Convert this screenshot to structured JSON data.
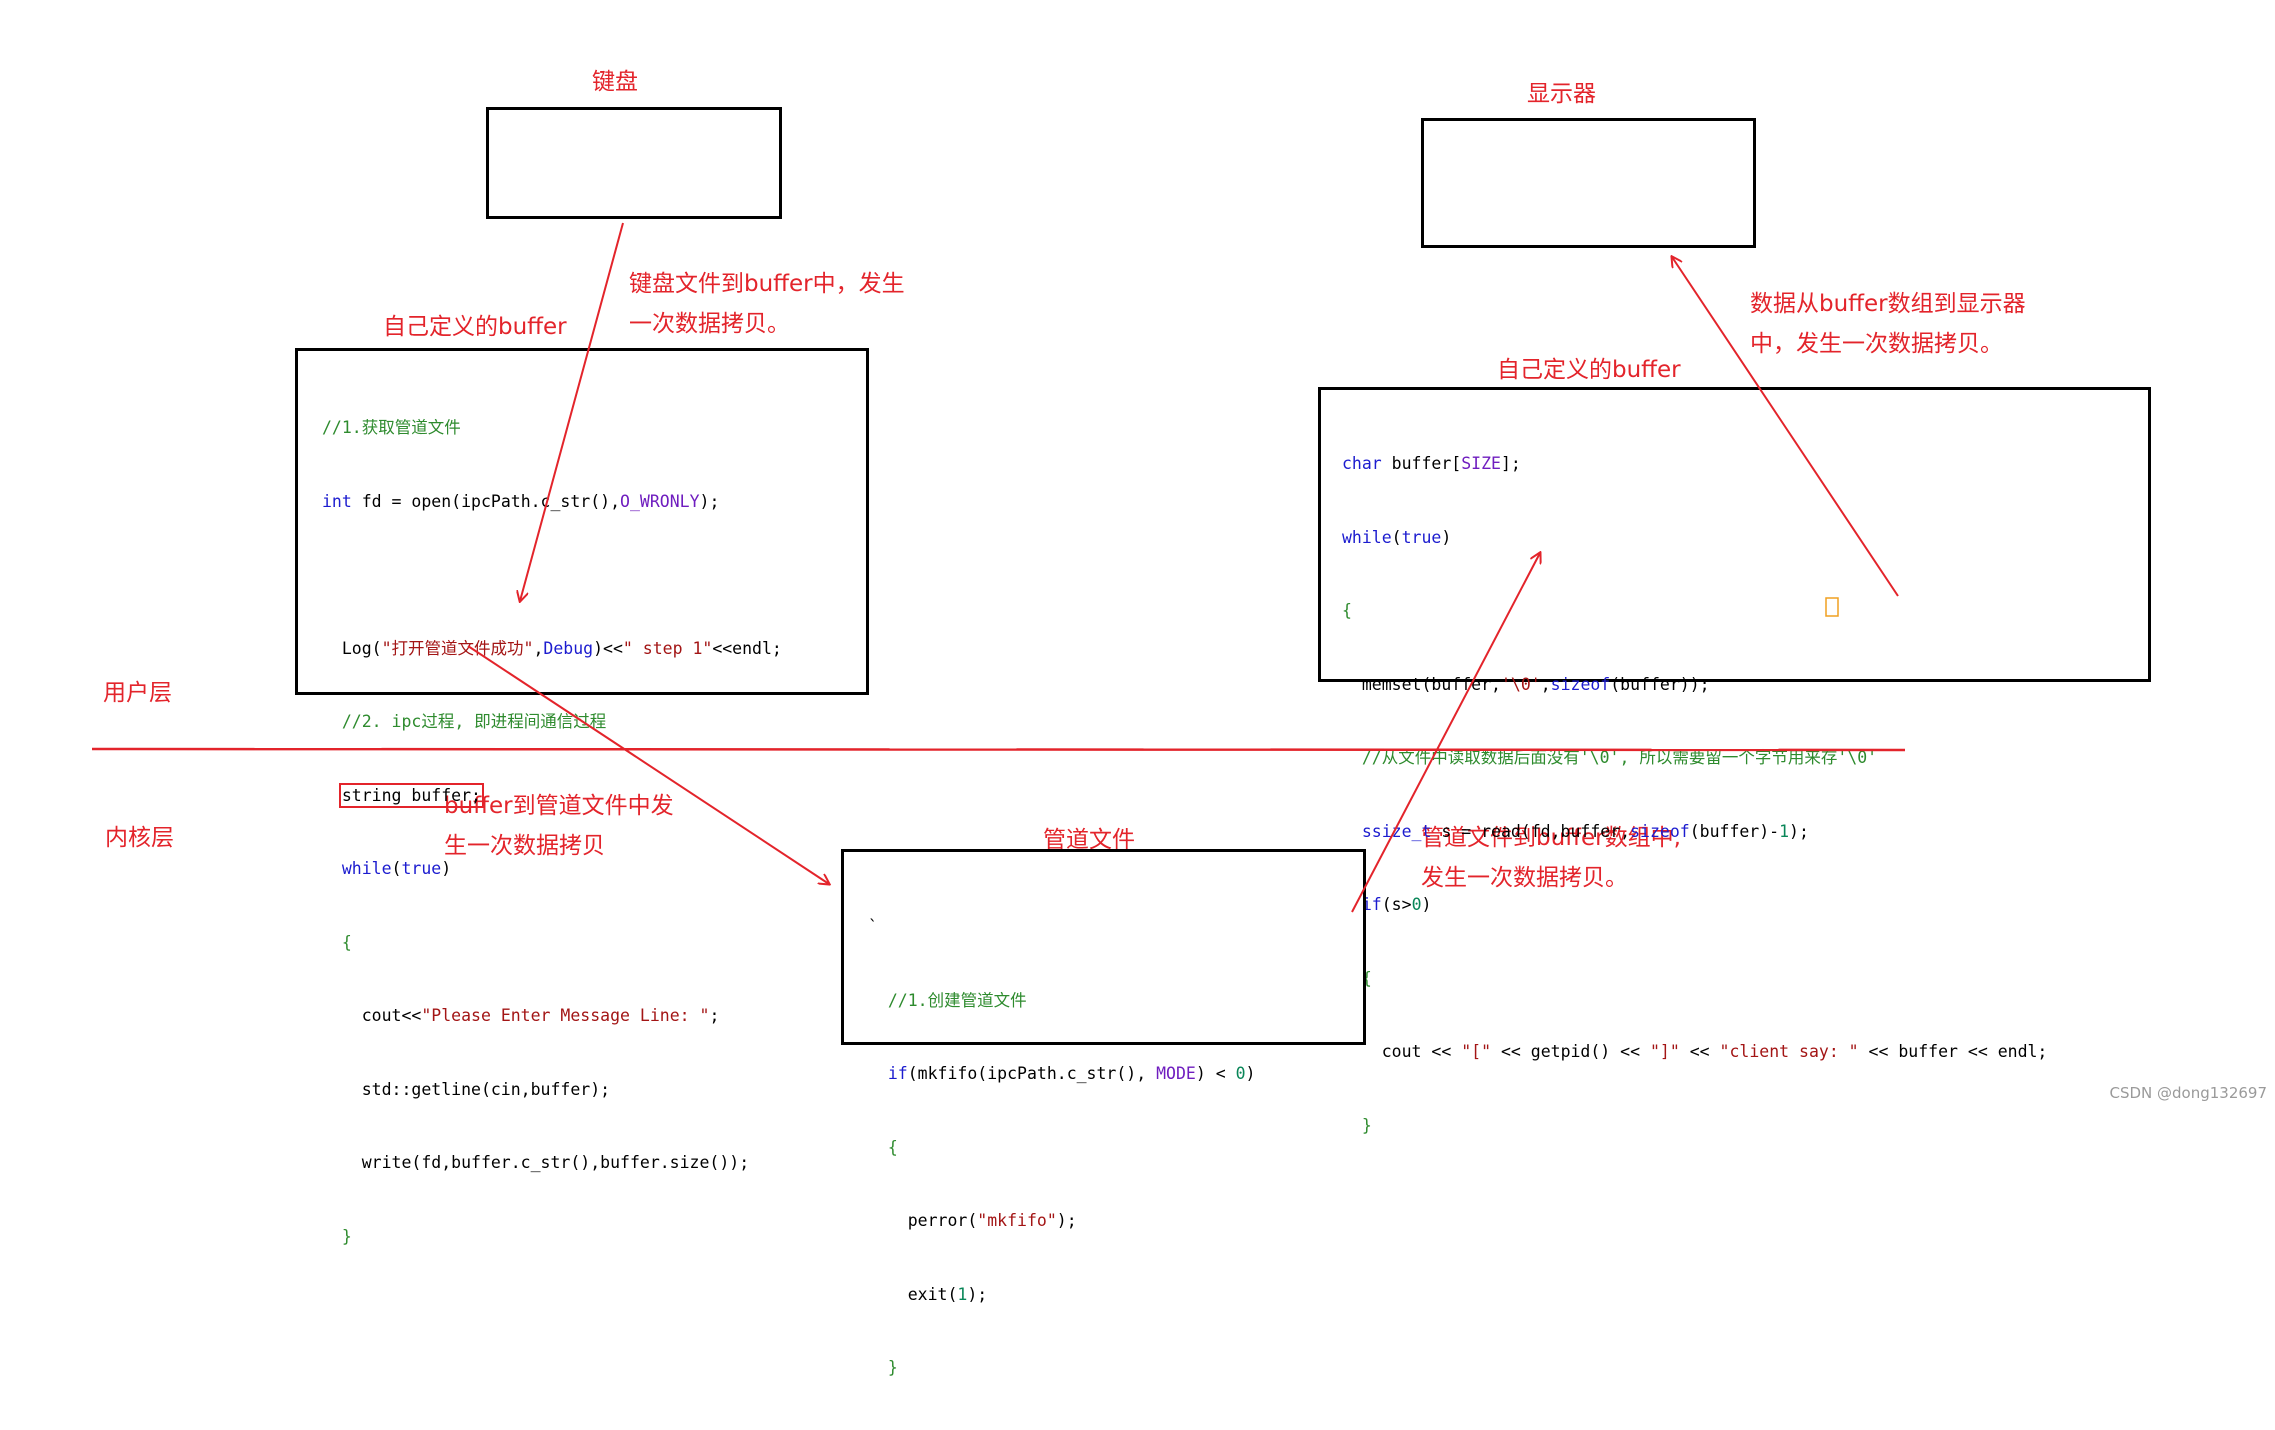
{
  "labels": {
    "keyboard": "键盘",
    "display": "显示器",
    "user_buffer_left": "自己定义的buffer",
    "user_buffer_right": "自己定义的buffer",
    "pipe_file": "管道文件",
    "user_layer": "用户层",
    "kernel_layer": "内核层"
  },
  "annotations": {
    "kbd_to_buffer_1": "键盘文件到buffer中，发生",
    "kbd_to_buffer_2": "一次数据拷贝。",
    "buffer_to_display_1": "数据从buffer数组到显示器",
    "buffer_to_display_2": "中，发生一次数据拷贝。",
    "buffer_to_pipe_1": "buffer到管道文件中发",
    "buffer_to_pipe_2": "生一次数据拷贝",
    "pipe_to_buffer_1": "管道文件到buffer数组中,",
    "pipe_to_buffer_2": "发生一次数据拷贝。"
  },
  "code_left": {
    "l1_cm": "//1.获取管道文件",
    "l2_kw": "int",
    "l2_a": " fd = open(ipcPath.c_str(),",
    "l2_mc": "O_WRONLY",
    "l2_b": ");",
    "l4_a": "  Log(",
    "l4_str": "\"打开管道文件成功\"",
    "l4_b": ",",
    "l4_kw": "Debug",
    "l4_c": ")<<",
    "l4_str2": "\" step 1\"",
    "l4_d": "<<endl;",
    "l5_cm": "  //2. ipc过程, 即进程间通信过程",
    "l6_a": "  ",
    "l6_hl": "string buffer;",
    "l7_a": "  ",
    "l7_kw": "while",
    "l7_b": "(",
    "l7_kw2": "true",
    "l7_c": ")",
    "l8_cm": "  {",
    "l9_a": "    cout<<",
    "l9_str": "\"Please Enter Message Line: \"",
    "l9_b": ";",
    "l10": "    std::getline(cin,buffer);",
    "l11": "    write(fd,buffer.c_str(),buffer.size());",
    "l12_cm": "  }"
  },
  "code_right": {
    "l1_kw": "char",
    "l1_a": " buffer[",
    "l1_mc": "SIZE",
    "l1_b": "];",
    "l2_kw": "while",
    "l2_a": "(",
    "l2_kw2": "true",
    "l2_b": ")",
    "l3_cm": "{",
    "l4_a": "  memset(buffer,",
    "l4_str": "'\\0'",
    "l4_b": ",",
    "l4_kw": "sizeof",
    "l4_c": "(buffer));",
    "l5_cm": "  //从文件中读取数据后面没有'\\0', 所以需要留一个字节用来存'\\0'",
    "l6_kw": "  ssize_t",
    "l6_a": " s = read(fd,buffer,",
    "l6_kw2": "sizeof",
    "l6_b": "(buffer)-",
    "l6_num": "1",
    "l6_c": ");",
    "l7_kw": "  if",
    "l7_a": "(s>",
    "l7_num": "0",
    "l7_b": ")",
    "l8_cm": "  {",
    "l9_a": "    cout << ",
    "l9_str": "\"[\"",
    "l9_b": " << getpid() << ",
    "l9_str2": "\"]\"",
    "l9_c": " << ",
    "l9_str3": "\"client say: \"",
    "l9_d": " << buffer << endl;",
    "l10_cm": "  }"
  },
  "code_pipe": {
    "l0": "`",
    "l1_cm": "  //1.创建管道文件",
    "l2_kw": "  if",
    "l2_a": "(mkfifo(ipcPath.c_str(), ",
    "l2_mc": "MODE",
    "l2_b": ") < ",
    "l2_num": "0",
    "l2_c": ")",
    "l3_cm": "  {",
    "l4_a": "    perror(",
    "l4_str": "\"mkfifo\"",
    "l4_b": ");",
    "l5_a": "    exit(",
    "l5_num": "1",
    "l5_b": ");",
    "l6_cm": "  }"
  },
  "watermark": "CSDN @dong132697",
  "colors": {
    "annotation": "#e3242b",
    "keyword": "#1c1ccf",
    "string": "#a31515",
    "comment": "#2e8b2e",
    "macro": "#6f1dbf"
  }
}
